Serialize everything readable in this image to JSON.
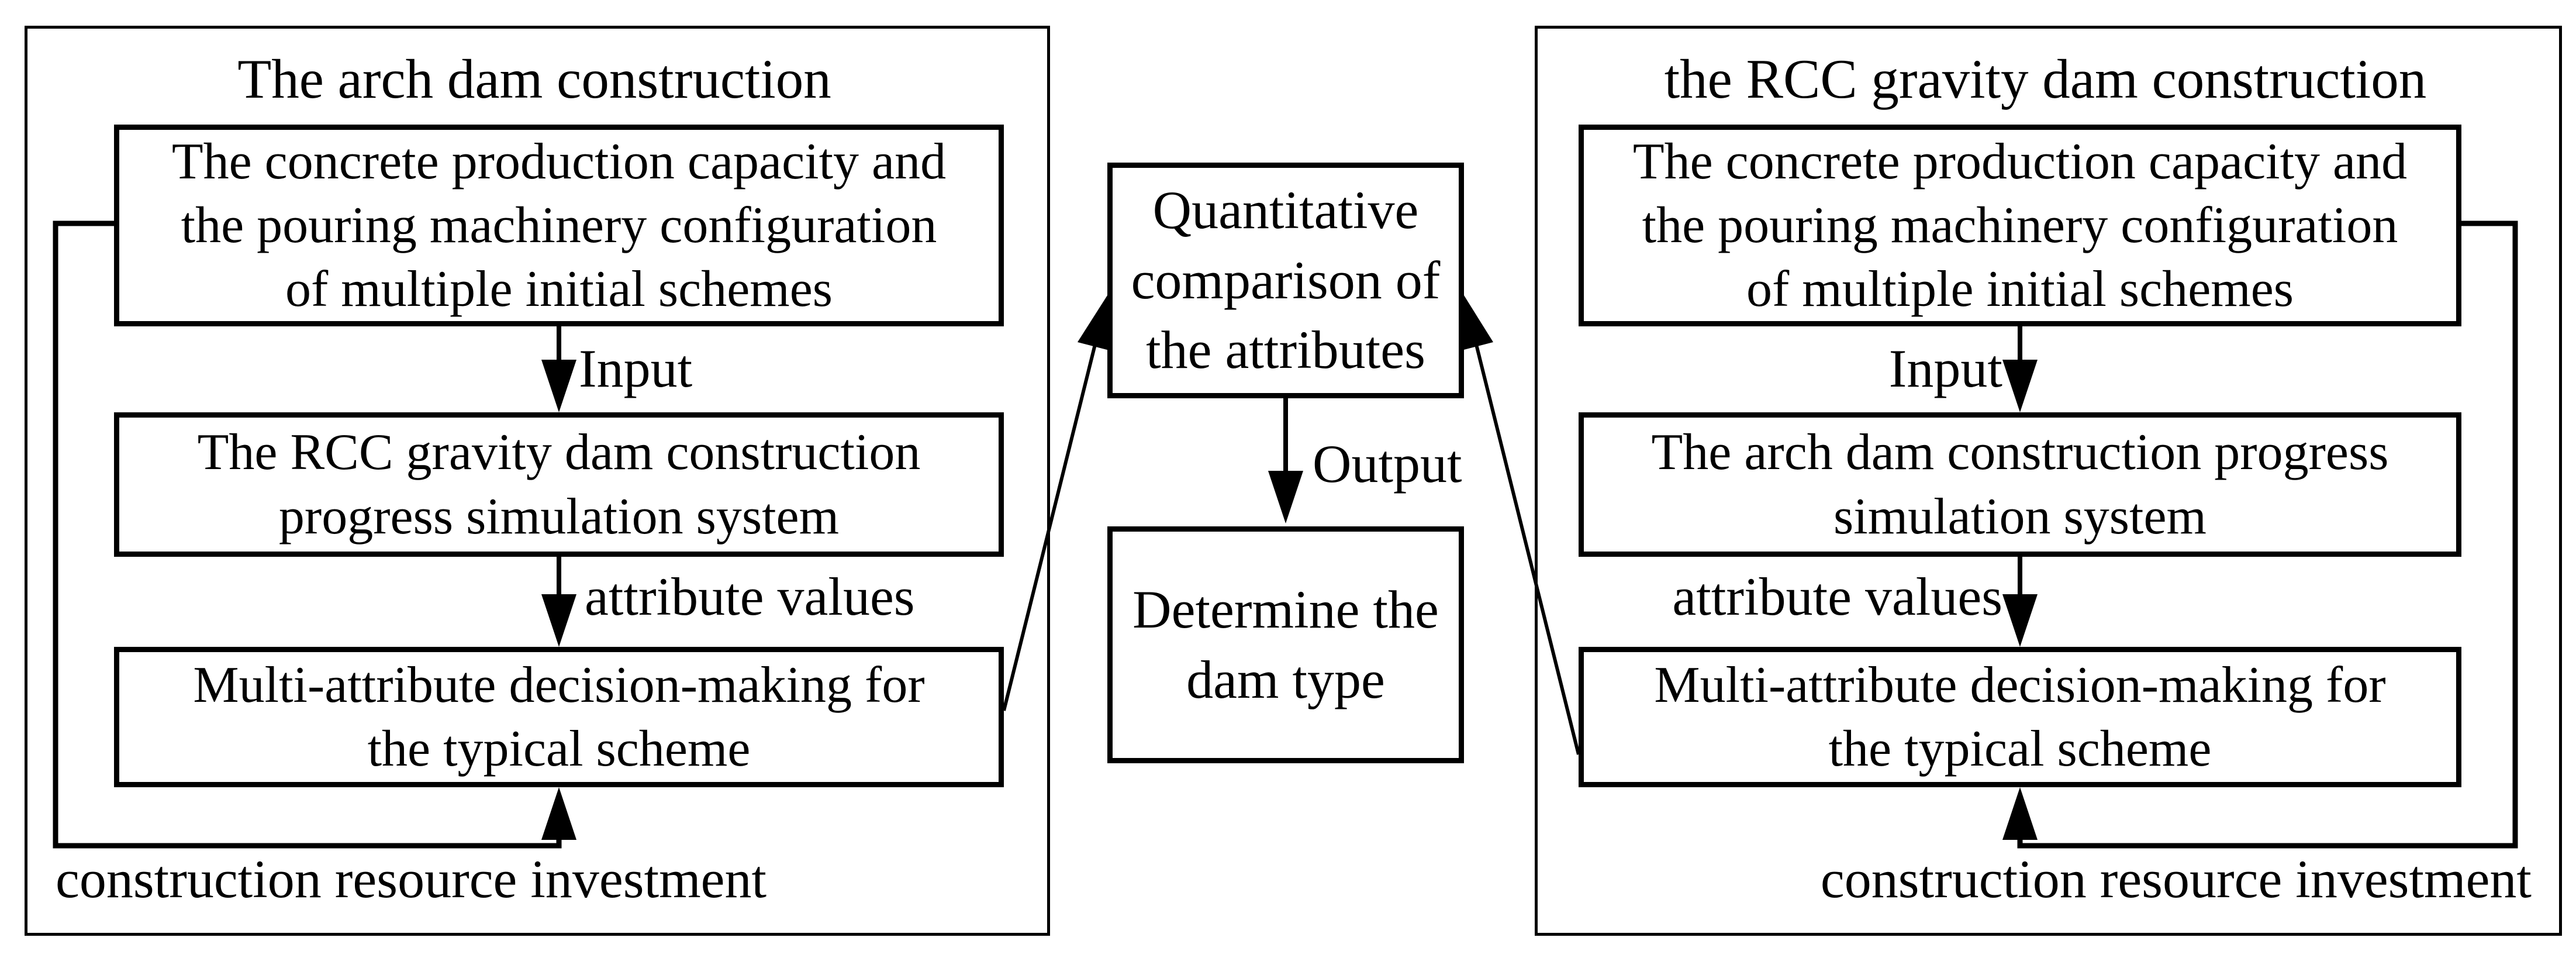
{
  "figure_title": "Dam type decision flow diagram",
  "colors": {
    "ink": "#000000",
    "background": "#ffffff"
  },
  "left": {
    "title": "The arch dam construction",
    "box1": [
      "The concrete production capacity and",
      "the pouring machinery configuration",
      "of multiple initial schemes"
    ],
    "box2": [
      "The RCC gravity dam construction",
      "progress simulation system"
    ],
    "box3": [
      "Multi-attribute decision-making for",
      "the typical scheme"
    ],
    "labels": {
      "input": "Input",
      "attributes": "attribute values",
      "feedback": "construction resource investment"
    }
  },
  "right": {
    "title": "the RCC gravity dam construction",
    "box1": [
      "The concrete production capacity and",
      "the pouring machinery configuration",
      "of multiple initial schemes"
    ],
    "box2": [
      "The arch dam construction progress",
      "simulation system"
    ],
    "box3": [
      "Multi-attribute decision-making for",
      "the typical scheme"
    ],
    "labels": {
      "input": "Input",
      "attributes": "attribute values",
      "feedback": "construction resource investment"
    }
  },
  "middle": {
    "compare": [
      "Quantitative",
      "comparison of",
      "the attributes"
    ],
    "output_label": "Output",
    "determine": [
      "Determine the",
      "dam type"
    ]
  }
}
